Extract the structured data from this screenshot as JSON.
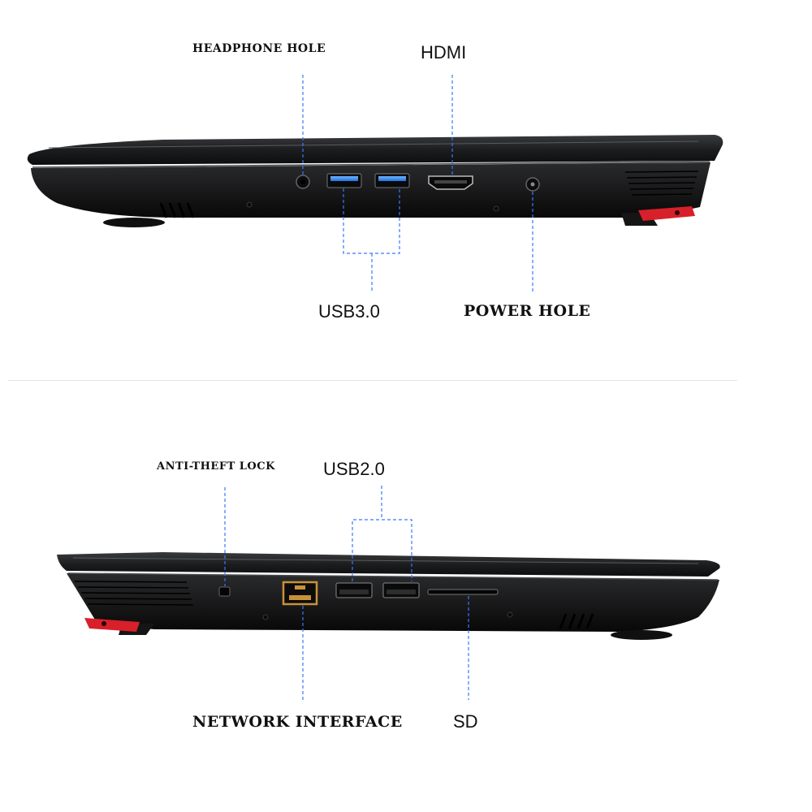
{
  "colors": {
    "leader": "#3a78ff",
    "accent": "#d8202a",
    "chassis": "#1b1c1e",
    "usb3": "#2c86f0",
    "rj45": "#c8913a"
  },
  "top_view": {
    "labels": {
      "headphone": "HEADPHONE HOLE",
      "hdmi": "HDMI",
      "usb3": "USB3.0",
      "power": "POWER HOLE"
    }
  },
  "bottom_view": {
    "labels": {
      "lock": "ANTI-THEFT LOCK",
      "usb2": "USB2.0",
      "network": "NETWORK INTERFACE",
      "sd": "SD"
    }
  }
}
